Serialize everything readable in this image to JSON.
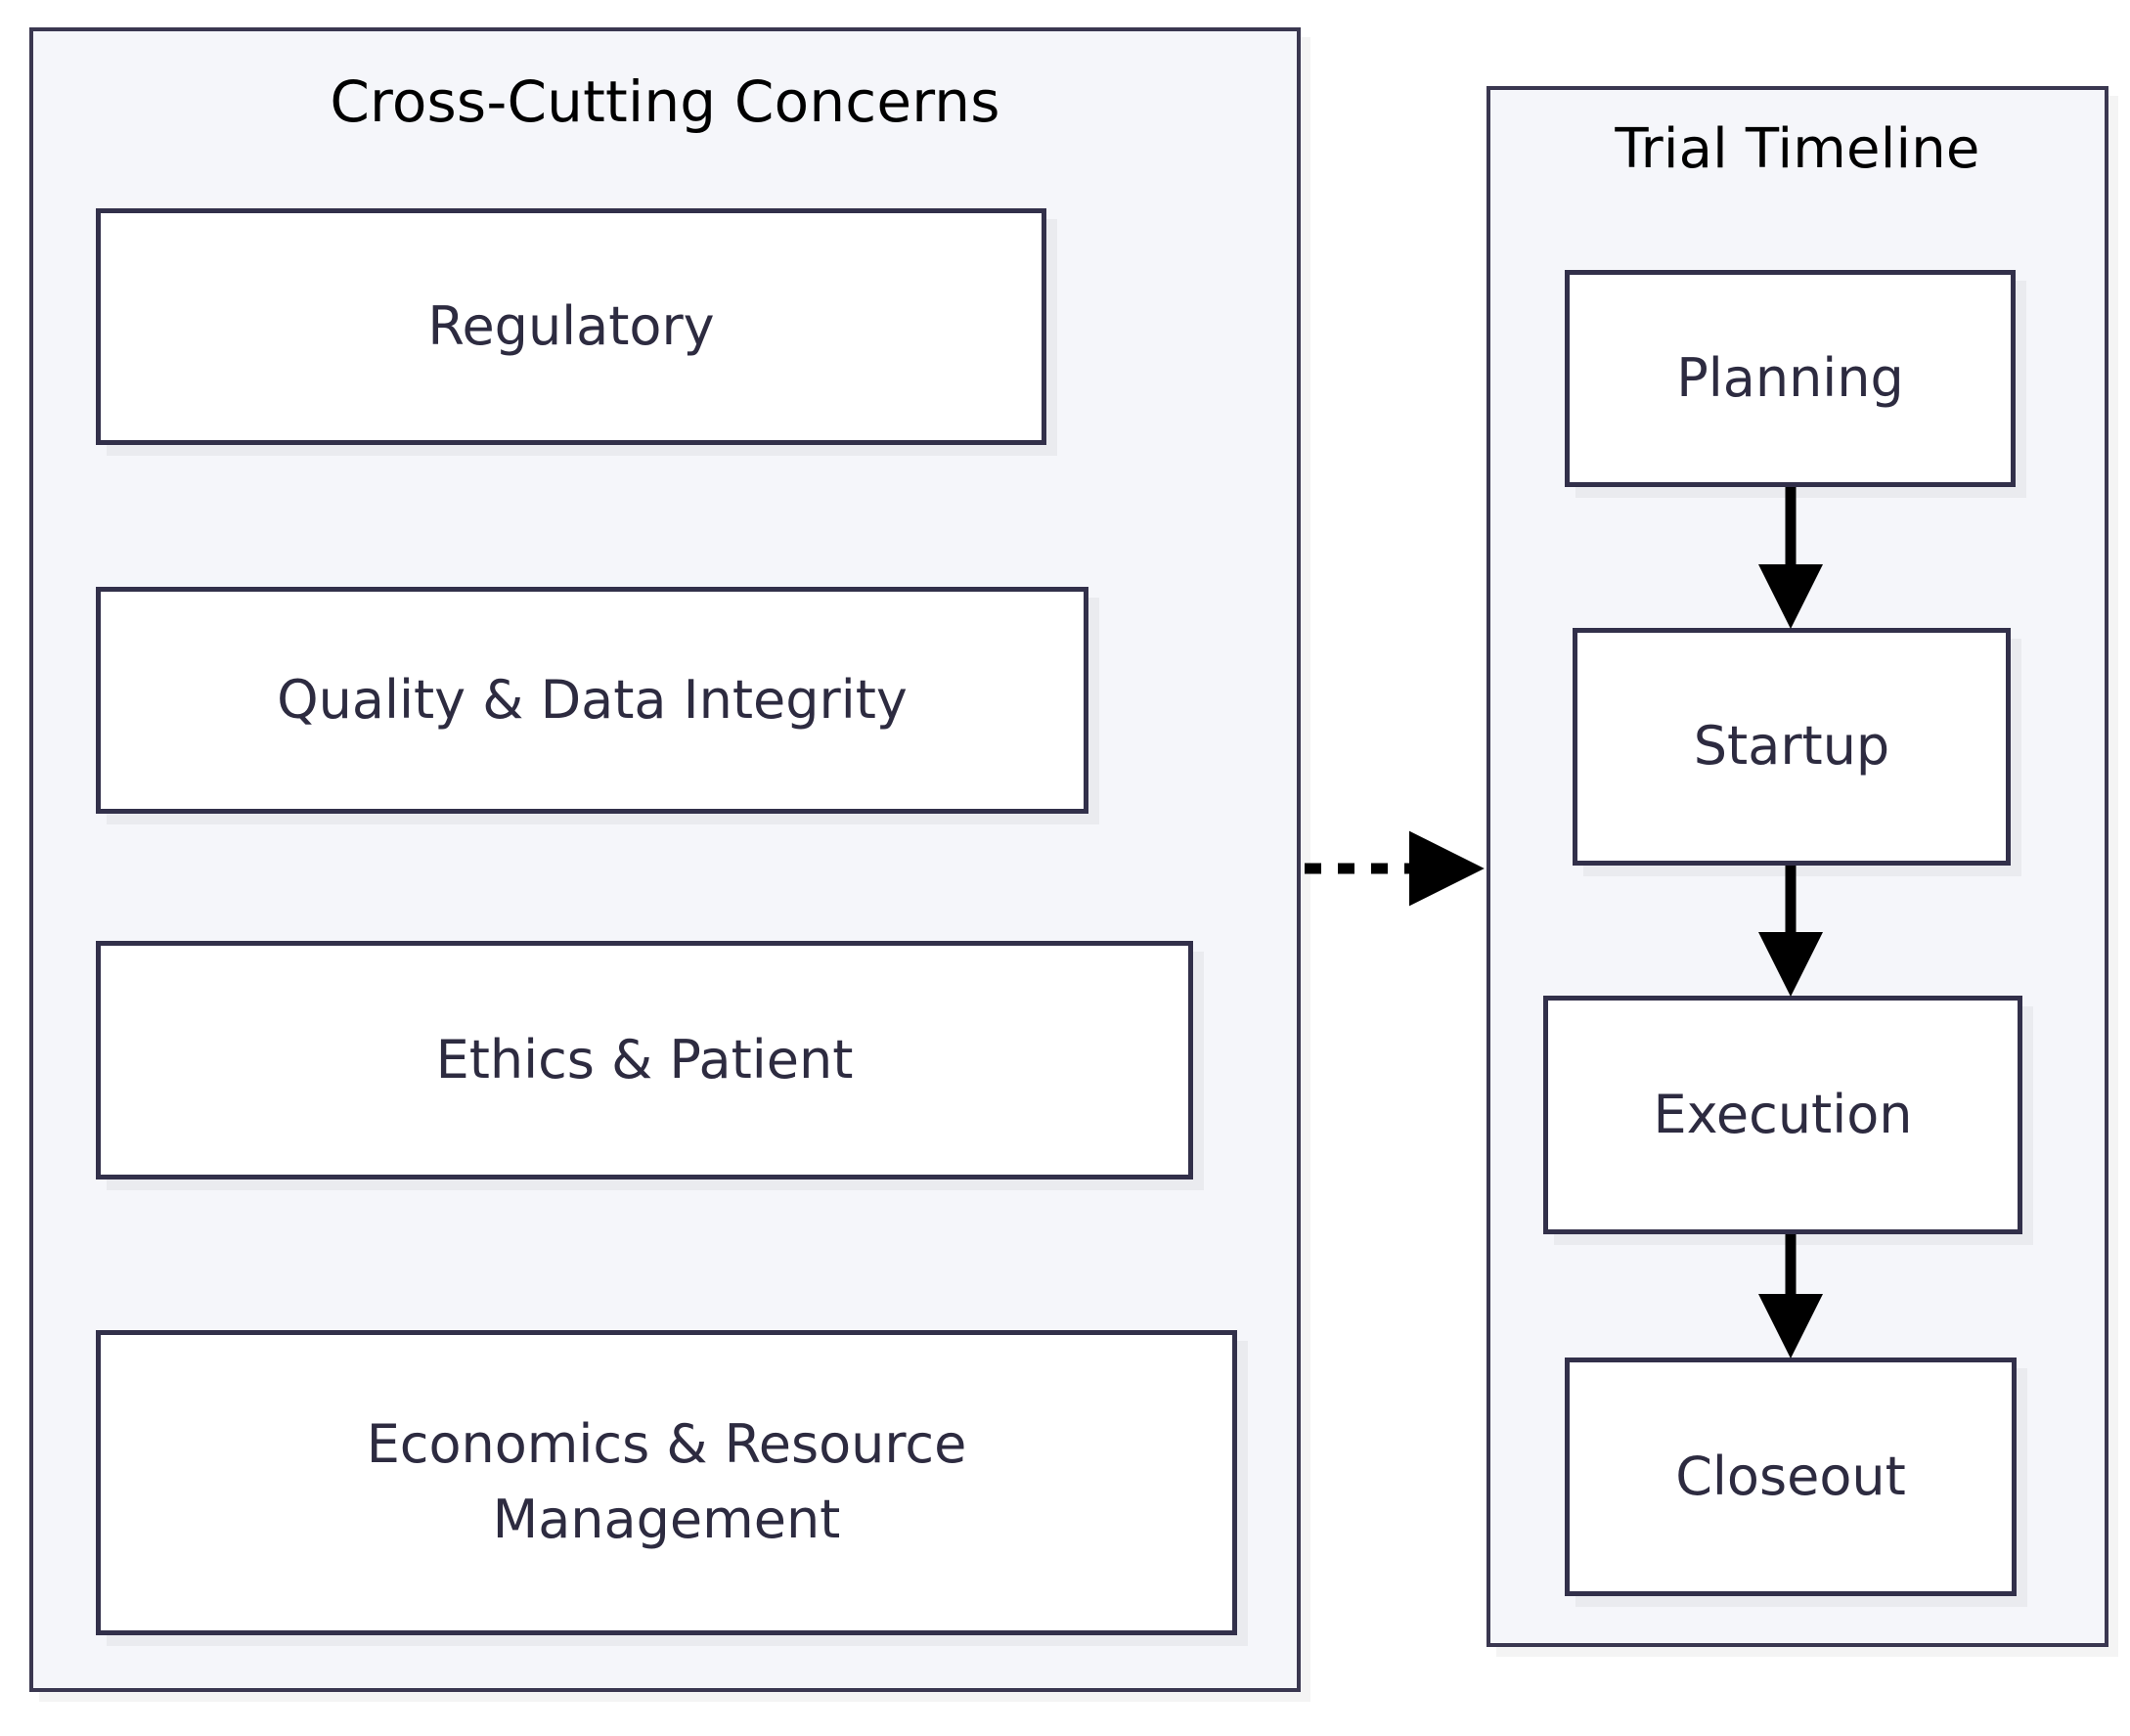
{
  "diagram": {
    "type": "flowchart",
    "background_color": "#ffffff",
    "subgraph_fill": "#f5f6fa",
    "subgraph_border_color": "#3a3750",
    "node_fill": "#ffffff",
    "node_border_color": "#32304a",
    "node_text_color": "#2d2b40",
    "title_text_color": "#000000",
    "edge_color": "#000000"
  },
  "clusters": [
    {
      "id": "cross-cutting-concerns",
      "title": "Cross-Cutting Concerns",
      "nodes": [
        {
          "id": "regulatory",
          "label": "Regulatory"
        },
        {
          "id": "quality",
          "label": "Quality & Data Integrity"
        },
        {
          "id": "ethics",
          "label": "Ethics & Patient"
        },
        {
          "id": "economics",
          "label": "Economics & Resource\nManagement"
        }
      ]
    },
    {
      "id": "trial-timeline",
      "title": "Trial Timeline",
      "nodes": [
        {
          "id": "planning",
          "label": "Planning"
        },
        {
          "id": "startup",
          "label": "Startup"
        },
        {
          "id": "execution",
          "label": "Execution"
        },
        {
          "id": "closeout",
          "label": "Closeout"
        }
      ]
    }
  ],
  "edges": [
    {
      "id": "edge-concerns-to-timeline",
      "from": "cross-cutting-concerns",
      "to": "trial-timeline",
      "style": "dotted",
      "direction": "right"
    },
    {
      "id": "edge-planning-startup",
      "from": "planning",
      "to": "startup",
      "style": "solid",
      "direction": "down"
    },
    {
      "id": "edge-startup-execution",
      "from": "startup",
      "to": "execution",
      "style": "solid",
      "direction": "down"
    },
    {
      "id": "edge-execution-closeout",
      "from": "execution",
      "to": "closeout",
      "style": "solid",
      "direction": "down"
    }
  ],
  "titles": {
    "cross_cutting": "Cross-Cutting Concerns",
    "trial_timeline": "Trial Timeline"
  },
  "labels": {
    "regulatory": "Regulatory",
    "quality": "Quality & Data Integrity",
    "ethics": "Ethics & Patient",
    "economics": "Economics & Resource\nManagement",
    "planning": "Planning",
    "startup": "Startup",
    "execution": "Execution",
    "closeout": "Closeout"
  }
}
